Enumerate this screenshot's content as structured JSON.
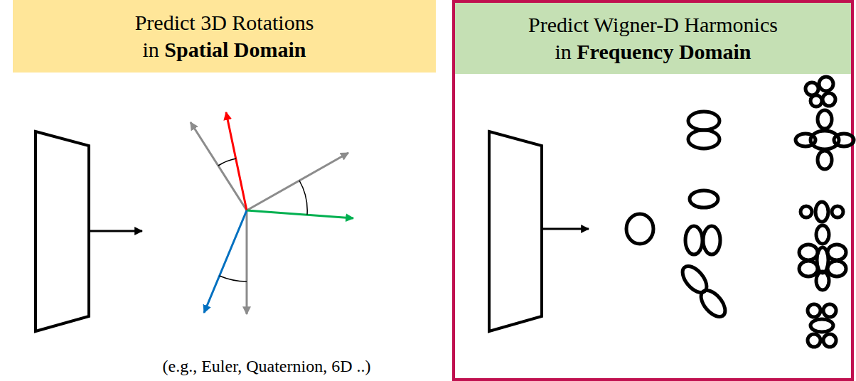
{
  "diagram": {
    "nodes": [
      {
        "text": [
          "Predict 3D Rotations",
          "in",
          "Spatial Domain"
        ]
      },
      {
        "text": [
          "Predict Wigner-D Harmonics",
          "in",
          "Frequency Domain"
        ]
      }
    ],
    "labels": [
      "(e.g., Euler, Quaternion, 6D ..)"
    ]
  }
}
